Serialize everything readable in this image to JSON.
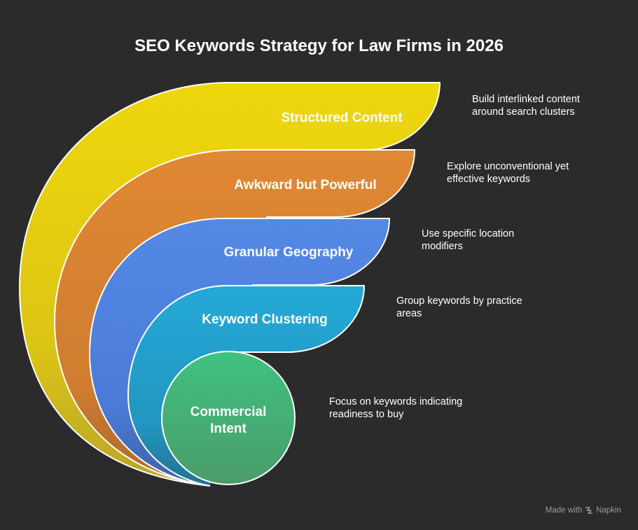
{
  "title": "SEO Keywords Strategy for Law Firms in 2026",
  "layers": [
    {
      "label": "Structured Content",
      "description_line1": "Build interlinked content",
      "description_line2": "around search clusters",
      "color": "#e6cf10"
    },
    {
      "label": "Awkward but Powerful",
      "description_line1": "Explore unconventional yet",
      "description_line2": "effective keywords",
      "color": "#d98230"
    },
    {
      "label": "Granular Geography",
      "description_line1": "Use specific location",
      "description_line2": "modifiers",
      "color": "#4f82e0"
    },
    {
      "label": "Keyword Clustering",
      "description_line1": "Group keywords by practice",
      "description_line2": "areas",
      "color": "#22a3d1"
    },
    {
      "label_line1": "Commercial",
      "label_line2": "Intent",
      "description_line1": "Focus on keywords indicating",
      "description_line2": "readiness to buy",
      "color": "#3fbd7c"
    }
  ],
  "footer": {
    "made_with": "Made with",
    "brand": "Napkin"
  }
}
